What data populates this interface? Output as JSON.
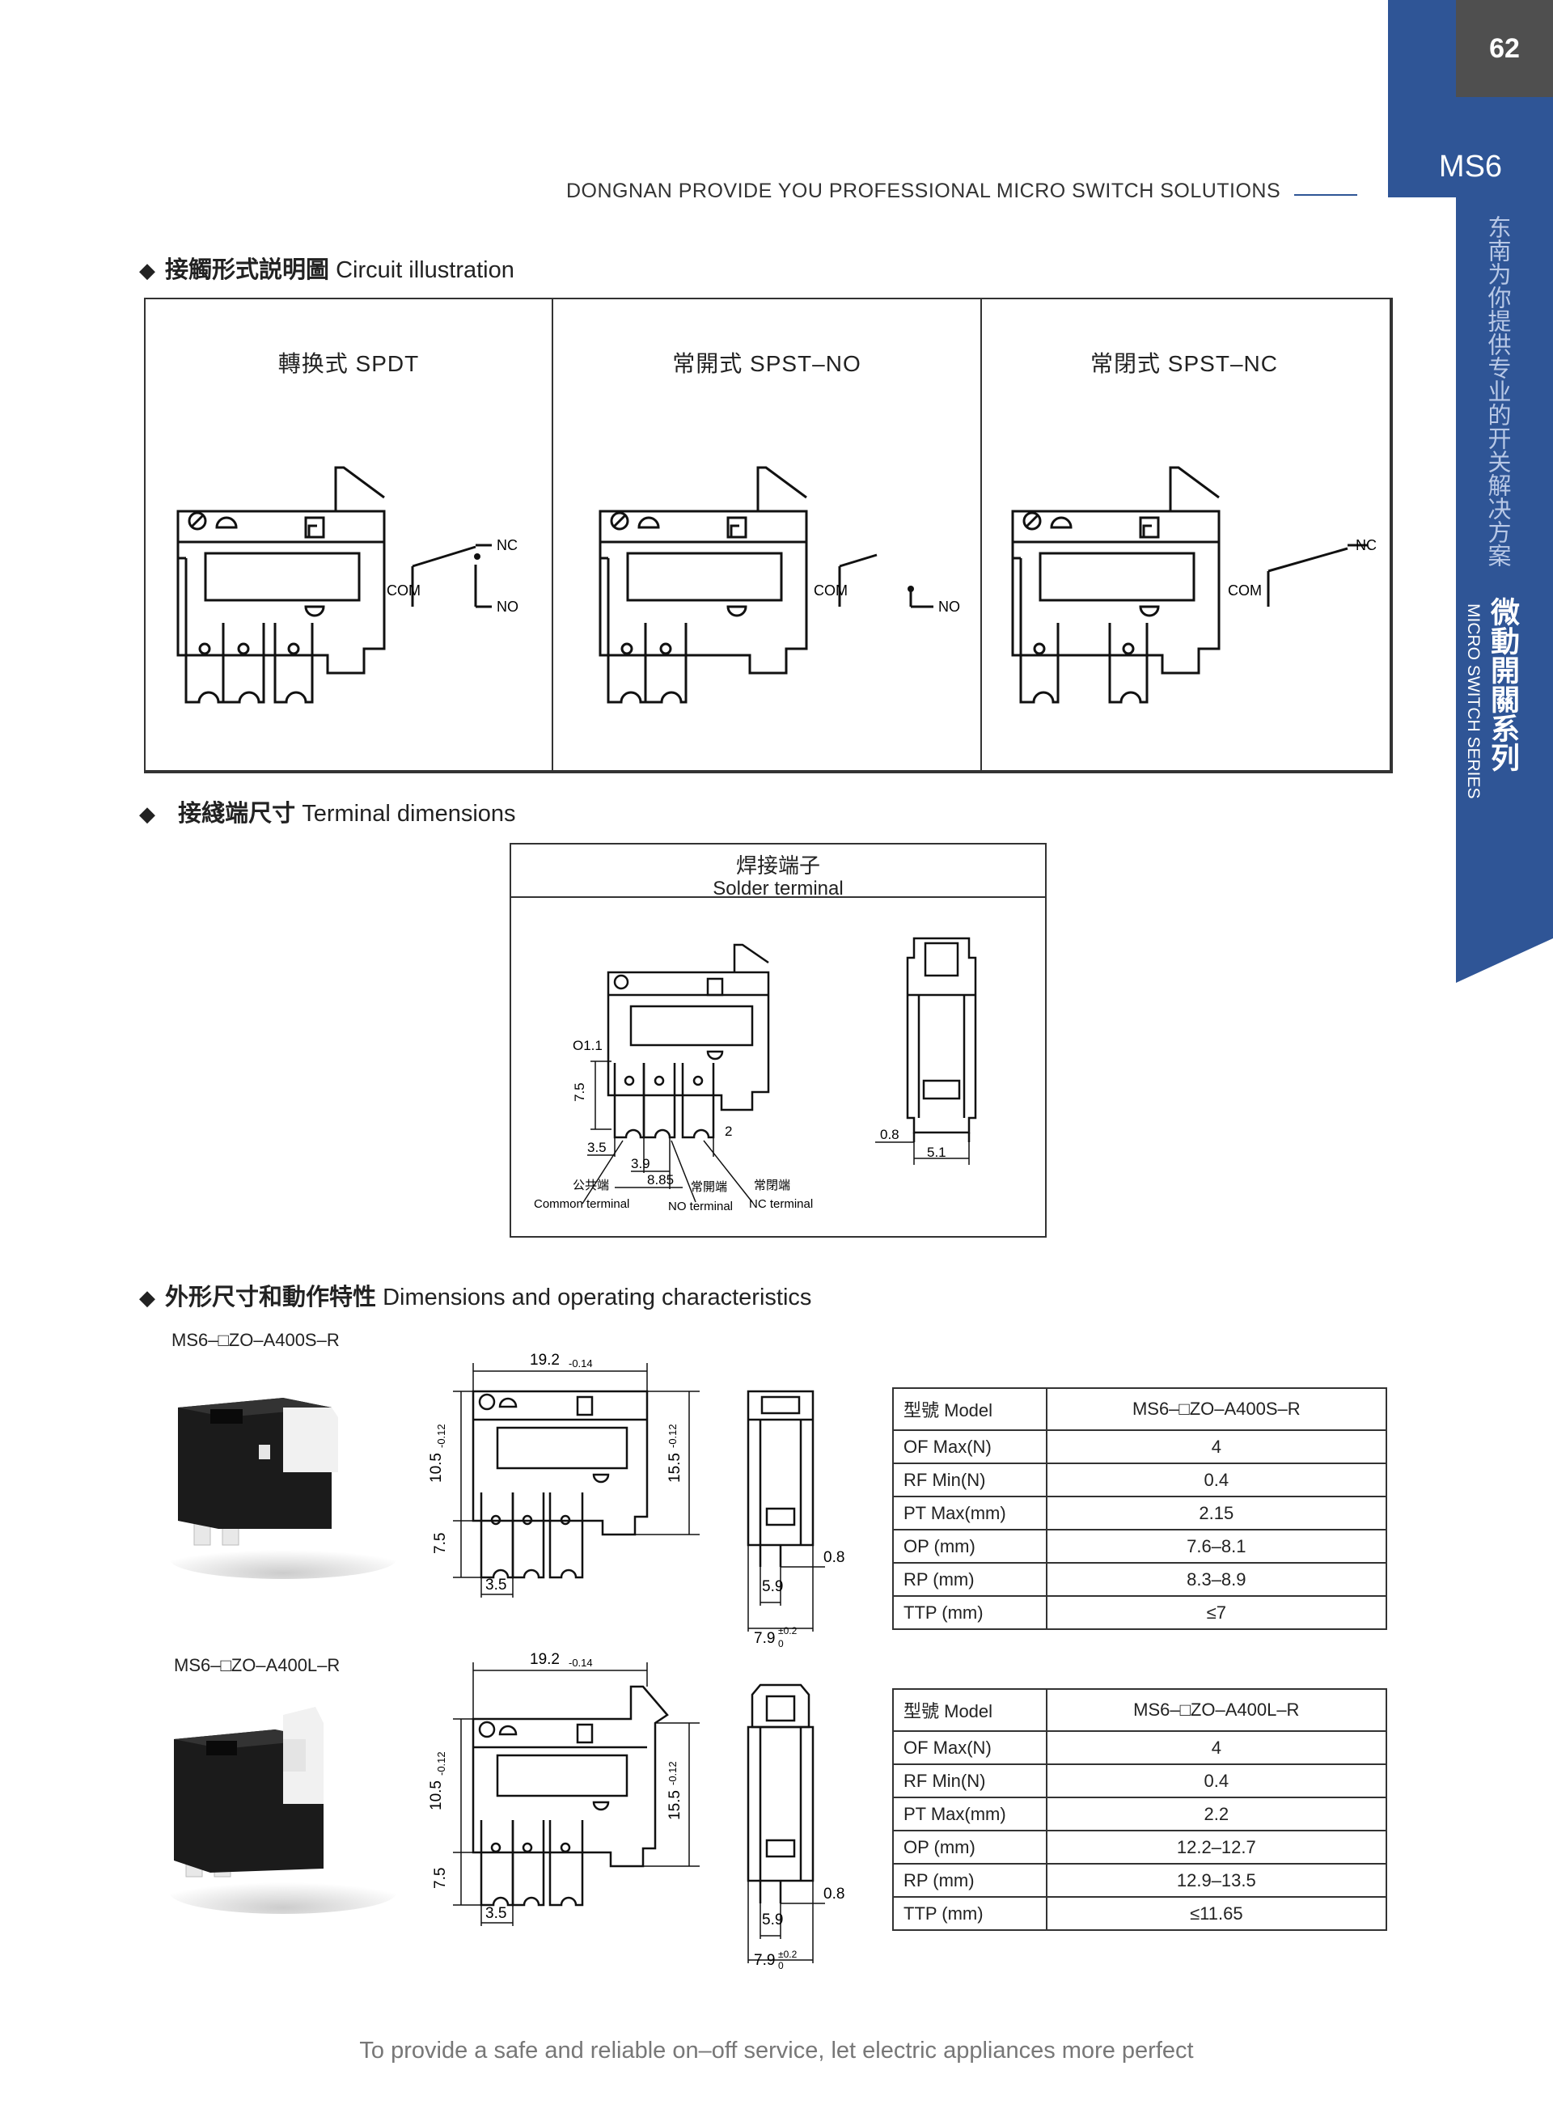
{
  "header": {
    "tagline": "DONGNAN PROVIDE YOU PROFESSIONAL MICRO SWITCH SOLUTIONS",
    "page_number": "62"
  },
  "sidebar": {
    "series_code": "MS6",
    "slogan_cn": "东南为你提供专业的开关解决方案",
    "series_cn": "微動開關系列",
    "series_en": "MICRO SWITCH SERIES",
    "colors": {
      "blue": "#2f5596",
      "dark": "#4f4f4f"
    }
  },
  "circuit": {
    "title_cn": "接觸形式説明圖",
    "title_en": "Circuit illustration",
    "panels": [
      {
        "title": "轉换式 SPDT",
        "com": "COM",
        "nc": "NC",
        "no": "NO"
      },
      {
        "title": "常開式 SPST–NO",
        "com": "COM",
        "no": "NO"
      },
      {
        "title": "常閉式 SPST–NC",
        "com": "COM",
        "nc": "NC"
      }
    ]
  },
  "terminal": {
    "title_cn": "接綫端尺寸",
    "title_en": "Terminal dimensions",
    "box_title_cn": "焊接端子",
    "box_title_en": "Solder terminal",
    "dims": {
      "hole": "O1.1",
      "height": "7.5",
      "left": "3.5",
      "pitch": "3.9",
      "span": "8.85",
      "gap": "2",
      "thickness": "0.8",
      "width": "5.1"
    },
    "labels": [
      {
        "cn": "公共端",
        "en": "Common terminal"
      },
      {
        "cn": "常開端",
        "en": "NO terminal"
      },
      {
        "cn": "常閉端",
        "en": "NC terminal"
      }
    ]
  },
  "dimensions": {
    "title_cn": "外形尺寸和動作特性",
    "title_en": "Dimensions and operating characteristics",
    "models": [
      {
        "label": "MS6–□ZO–A400S–R",
        "dims": {
          "width": "19.2",
          "width_tol": "-0.14",
          "h1": "10.5",
          "h1_tol": "-0.12",
          "h2": "15.5",
          "h2_tol": "-0.12",
          "pin": "7.5",
          "left": "3.5",
          "side1": "5.9",
          "side2": "7.9",
          "side2_tol": "±0.2",
          "side2_sub": "0",
          "thick": "0.8"
        },
        "table": {
          "header": [
            "型號 Model",
            "MS6–□ZO–A400S–R"
          ],
          "rows": [
            [
              "OF Max(N)",
              "4"
            ],
            [
              "RF Min(N)",
              "0.4"
            ],
            [
              "PT Max(mm)",
              "2.15"
            ],
            [
              "OP (mm)",
              "7.6–8.1"
            ],
            [
              "RP (mm)",
              "8.3–8.9"
            ],
            [
              "TTP (mm)",
              "≤7"
            ]
          ]
        }
      },
      {
        "label": "MS6–□ZO–A400L–R",
        "dims": {
          "width": "19.2",
          "width_tol": "-0.14",
          "h1": "10.5",
          "h1_tol": "-0.12",
          "h2": "15.5",
          "h2_tol": "-0.12",
          "pin": "7.5",
          "left": "3.5",
          "side1": "5.9",
          "side2": "7.9",
          "side2_tol": "±0.2",
          "side2_sub": "0",
          "thick": "0.8"
        },
        "table": {
          "header": [
            "型號 Model",
            "MS6–□ZO–A400L–R"
          ],
          "rows": [
            [
              "OF Max(N)",
              "4"
            ],
            [
              "RF Min(N)",
              "0.4"
            ],
            [
              "PT Max(mm)",
              "2.2"
            ],
            [
              "OP (mm)",
              "12.2–12.7"
            ],
            [
              "RP (mm)",
              "12.9–13.5"
            ],
            [
              "TTP (mm)",
              "≤11.65"
            ]
          ]
        }
      }
    ]
  },
  "footer": {
    "text": "To provide a safe and reliable on–off service, let electric appliances more perfect"
  }
}
